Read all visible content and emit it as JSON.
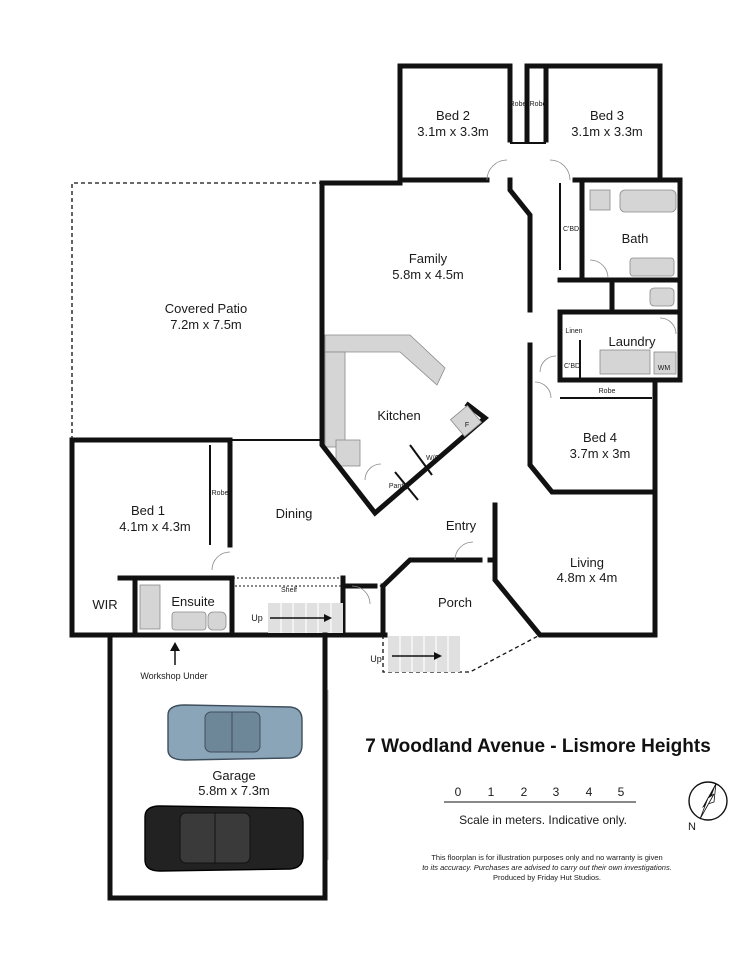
{
  "title": "7 Woodland Avenue - Lismore Heights",
  "rooms": {
    "bed2": {
      "name": "Bed 2",
      "dim": "3.1m x 3.3m"
    },
    "bed3": {
      "name": "Bed 3",
      "dim": "3.1m x 3.3m"
    },
    "family": {
      "name": "Family",
      "dim": "5.8m x 4.5m"
    },
    "patio": {
      "name": "Covered Patio",
      "dim": "7.2m x 7.5m"
    },
    "bath": {
      "name": "Bath"
    },
    "laundry": {
      "name": "Laundry"
    },
    "kitchen": {
      "name": "Kitchen"
    },
    "bed4": {
      "name": "Bed 4",
      "dim": "3.7m x 3m"
    },
    "bed1": {
      "name": "Bed 1",
      "dim": "4.1m x 4.3m"
    },
    "dining": {
      "name": "Dining"
    },
    "entry": {
      "name": "Entry"
    },
    "living": {
      "name": "Living",
      "dim": "4.8m x 4m"
    },
    "porch": {
      "name": "Porch"
    },
    "wir": {
      "name": "WIR"
    },
    "ensuite": {
      "name": "Ensuite"
    },
    "garage": {
      "name": "Garage",
      "dim": "5.8m x 7.3m"
    }
  },
  "labels": {
    "robe": "Robe",
    "cbd": "C'BD",
    "linen": "Linen",
    "wm": "WM",
    "pantry": "Pantry",
    "wo": "W/O",
    "fridge": "F",
    "shelf": "Shelf",
    "up": "Up",
    "workshop": "Workshop Under"
  },
  "scale": {
    "ticks": [
      "0",
      "1",
      "2",
      "3",
      "4",
      "5"
    ],
    "caption": "Scale in meters. Indicative only."
  },
  "compass": {
    "label": "N"
  },
  "disclaimer": {
    "line1": "This floorplan is for illustration purposes only and no warranty is given",
    "line2": "to its accuracy. Purchases are advised to carry out their own investigations.",
    "line3": "Produced by Friday Hut Studios."
  },
  "colors": {
    "wall": "#111111",
    "fixture": "#d5d5d5",
    "car_light": "#8aa4b8",
    "car_dark": "#222222"
  }
}
